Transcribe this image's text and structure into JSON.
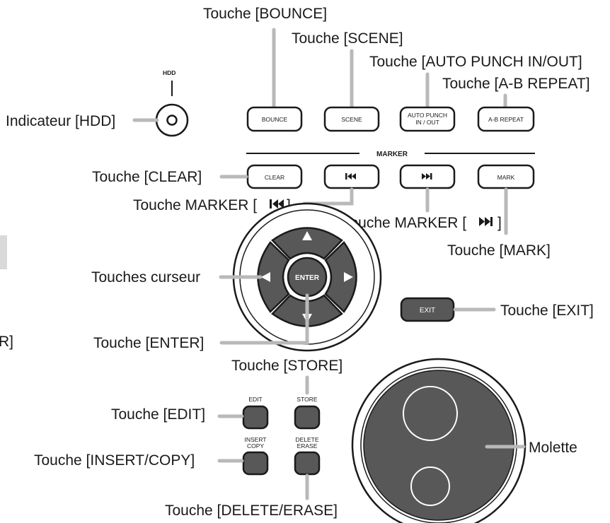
{
  "labels": {
    "bounce": "Touche [BOUNCE]",
    "scene": "Touche [SCENE]",
    "auto_punch": "Touche [AUTO PUNCH IN/OUT]",
    "ab_repeat": "Touche [A-B REPEAT]",
    "hdd_indicator": "Indicateur [HDD]",
    "clear": "Touche [CLEAR]",
    "marker_prev": "Touche MARKER [",
    "marker_next": "Touche MARKER [",
    "mark": "Touche [MARK]",
    "cursor": "Touches curseur",
    "exit": "Touche [EXIT]",
    "enter": "Touche [ENTER]",
    "store": "Touche [STORE]",
    "edit": "Touche [EDIT]",
    "insert_copy": "Touche [INSERT/COPY]",
    "delete_erase": "Touche [DELETE/ERASE]",
    "dial": "Molette",
    "partial_left": "R]"
  },
  "panel": {
    "hdd": "HDD",
    "marker_section": "MARKER",
    "bounce": "BOUNCE",
    "scene": "SCENE",
    "auto_punch_1": "AUTO PUNCH",
    "auto_punch_2": "IN / OUT",
    "ab_repeat": "A-B REPEAT",
    "clear": "CLEAR",
    "mark": "MARK",
    "enter": "ENTER",
    "exit": "EXIT",
    "edit": "EDIT",
    "store": "STORE",
    "insert_1": "INSERT",
    "insert_2": "COPY",
    "delete_1": "DELETE",
    "delete_2": "ERASE"
  }
}
